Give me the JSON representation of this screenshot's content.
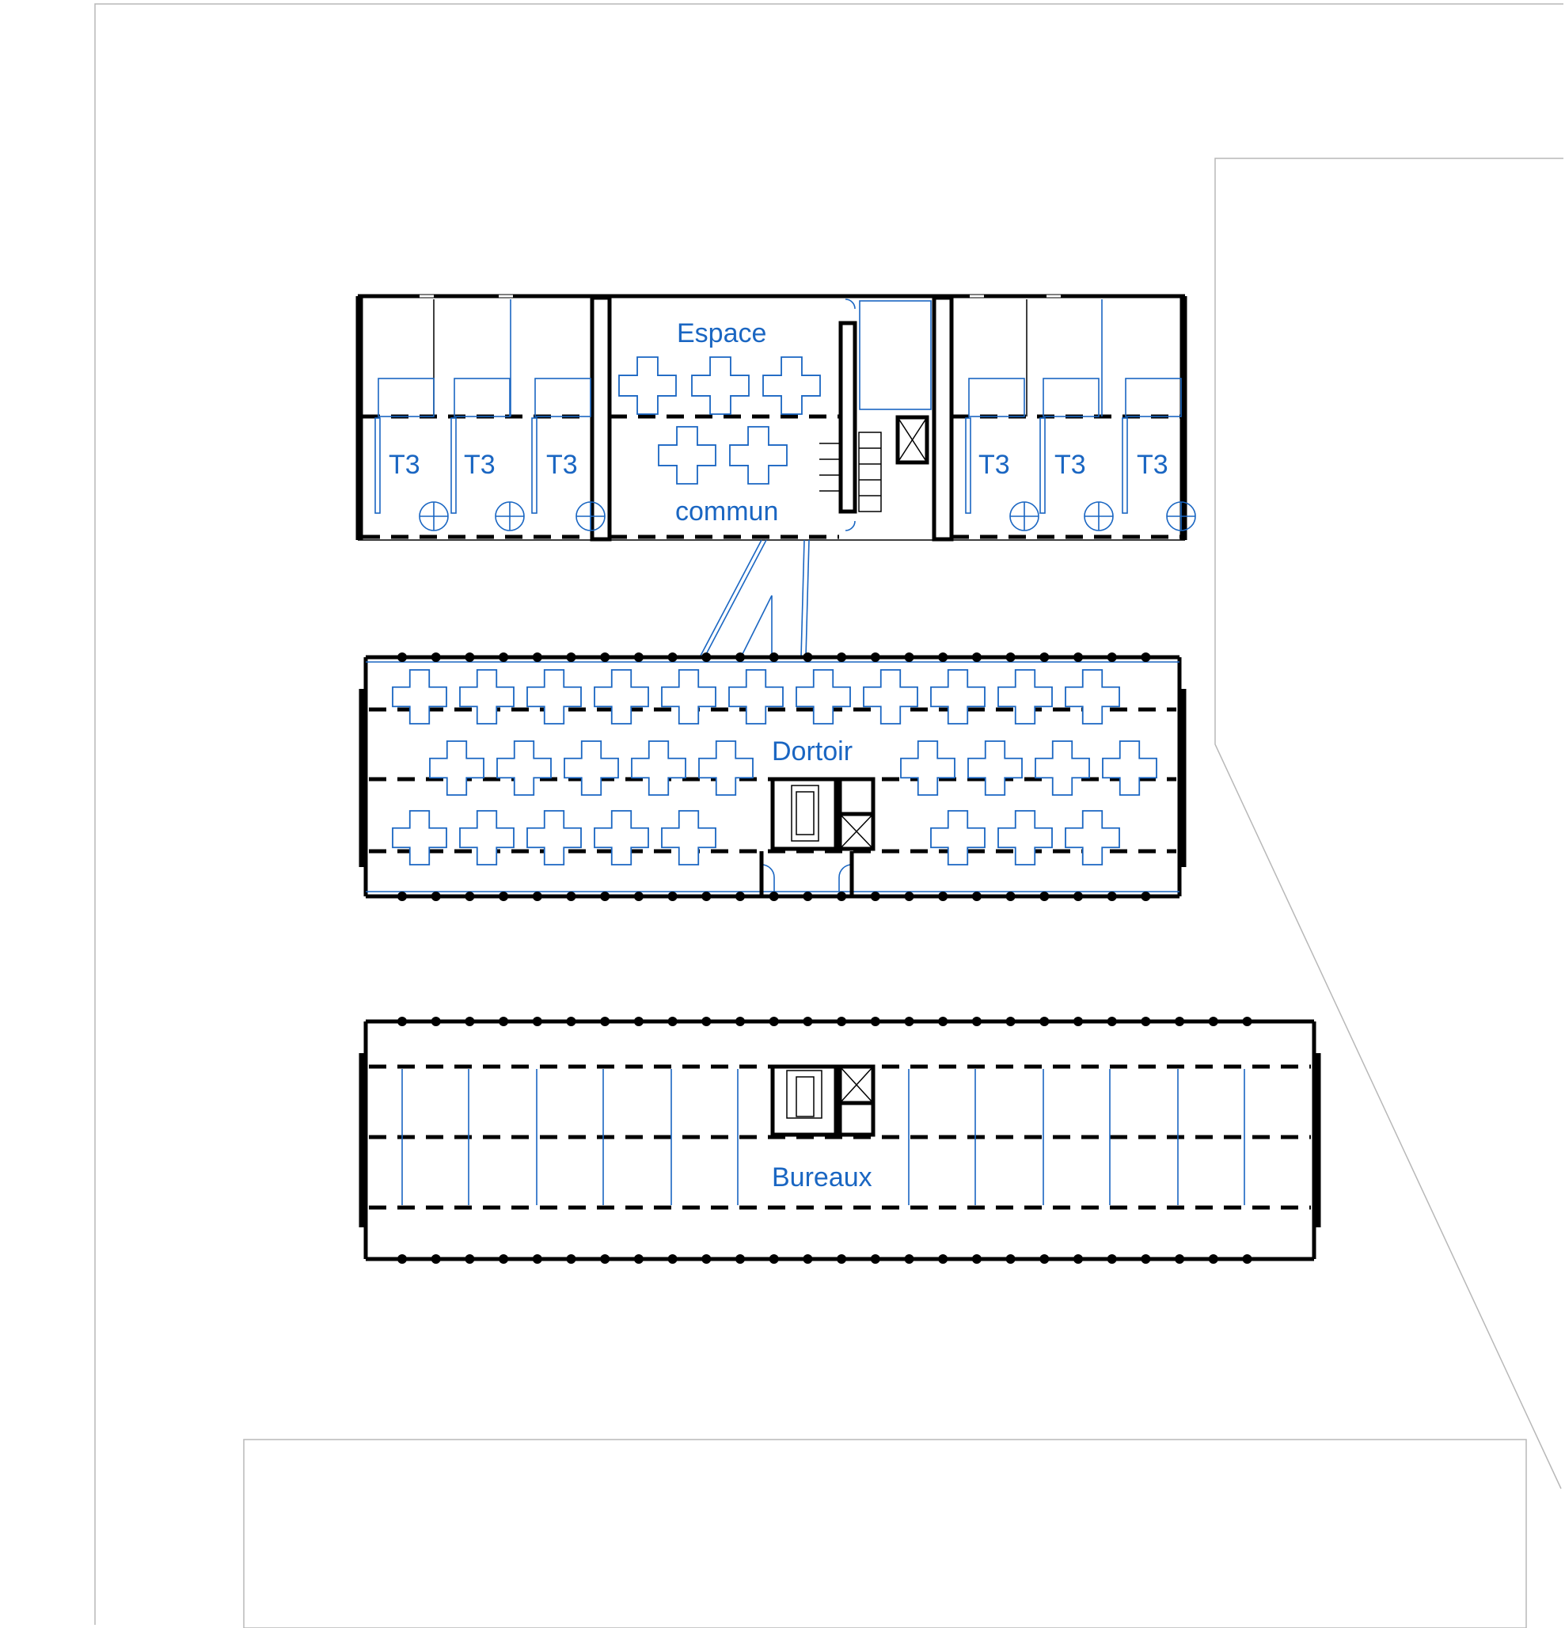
{
  "labels": {
    "espace": "Espace",
    "commun": "commun",
    "dortoir": "Dortoir",
    "bureaux": "Bureaux",
    "t3": "T3"
  },
  "colors": {
    "plan_text": "#1a66c2",
    "walls": "#000000",
    "site_outline": "#b8b8b8"
  }
}
